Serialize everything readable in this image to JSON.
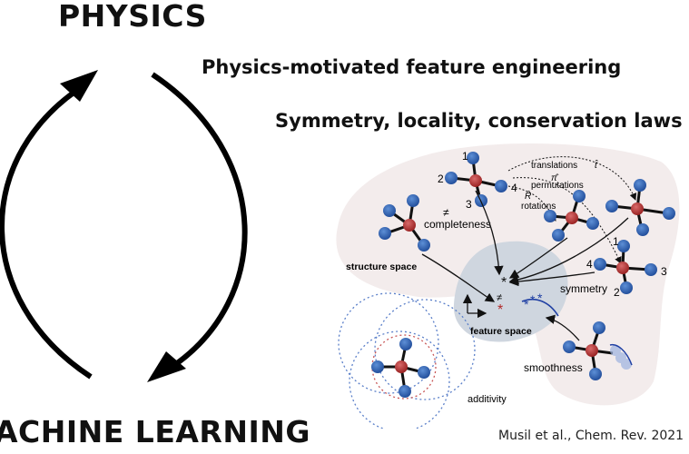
{
  "titles": {
    "physics": "PHYSICS",
    "machine_learning": "ACHINE LEARNING"
  },
  "headings": {
    "feature_engineering": "Physics-motivated feature engineering",
    "principles": "Symmetry, locality, conservation laws"
  },
  "diagram": {
    "structure_space": "structure space",
    "feature_space": "feature space",
    "completeness": "completeness",
    "symmetry": "symmetry",
    "smoothness": "smoothness",
    "additivity": "additivity",
    "translations": "translations",
    "permutations": "permutations",
    "rotations": "rotations",
    "t_hat": "t̂",
    "pi_hat": "π̂",
    "r_hat": "R̂",
    "not_equal": "≠",
    "n1": "1",
    "n2": "2",
    "n3": "3",
    "n4": "4"
  },
  "citation": "Musil et al., Chem. Rev. 2021",
  "colors": {
    "atom_center": "#b22a2a",
    "atom_neighbor": "#2b5fb3",
    "structure_blob": "#f2ebea",
    "feature_blob": "#c9d0da"
  }
}
